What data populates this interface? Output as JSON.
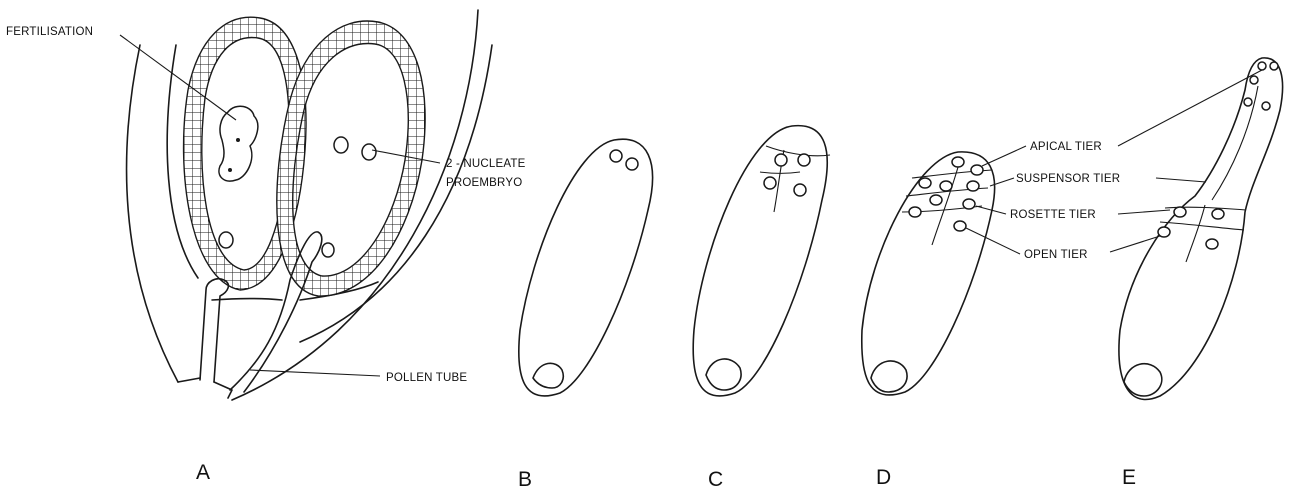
{
  "labels": {
    "fertilisation": "FERTILISATION",
    "nucleate_line1": "2 - NUCLEATE",
    "nucleate_line2": "PROEMBRYO",
    "pollen_tube": "POLLEN TUBE",
    "apical_tier": "APICAL TIER",
    "suspensor_tier": "SUSPENSOR TIER",
    "rosette_tier": "ROSETTE TIER",
    "open_tier": "OPEN TIER"
  },
  "panels": {
    "a": "A",
    "b": "B",
    "c": "C",
    "d": "D",
    "e": "E"
  }
}
